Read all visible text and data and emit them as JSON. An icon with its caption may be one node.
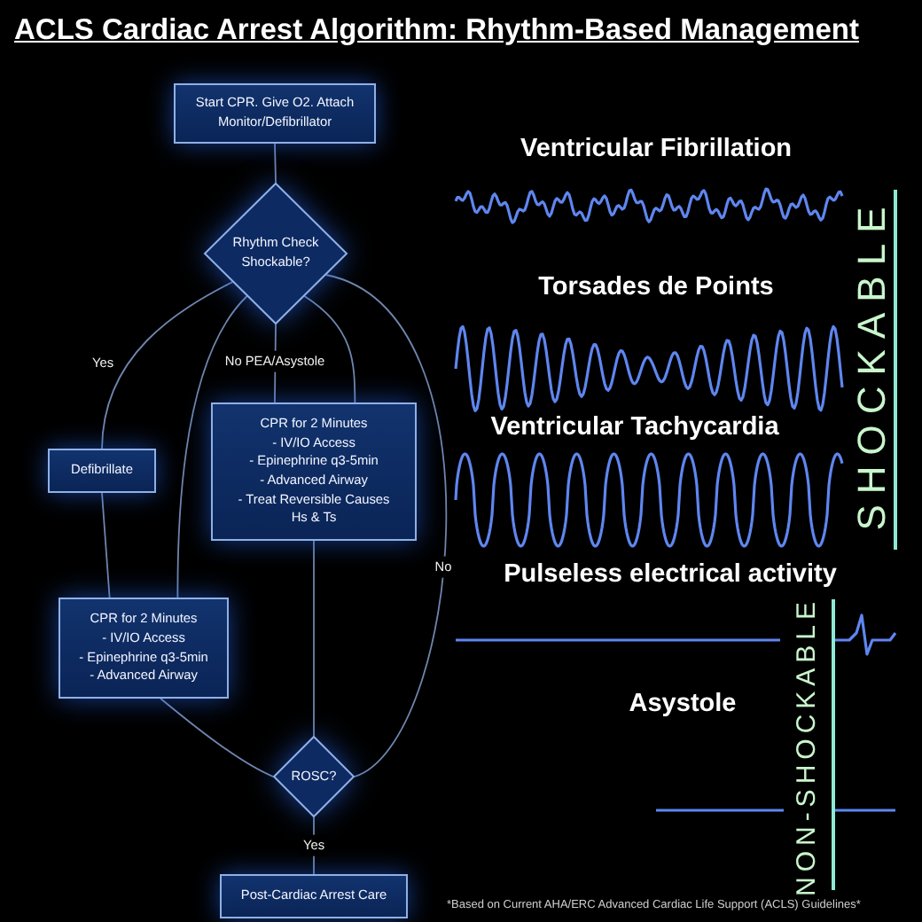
{
  "diagram": {
    "title": "ACLS Cardiac Arrest Algorithm: Rhythm-Based Management",
    "nodes": [
      {
        "text": [
          "Start CPR. Give O2. Attach Monitor/Defibrillator"
        ]
      },
      {
        "text": [
          "Rhythm Check Shockable?"
        ]
      },
      {
        "text": [
          "CPR for 2 Minutes",
          "- IV/IO Access",
          "- Epinephrine q3-5min",
          "- Advanced Airway",
          "- Treat Reversible Causes",
          "Hs & Ts"
        ]
      },
      {
        "text": [
          "Defibrillate"
        ]
      },
      {
        "text": [
          "CPR for 2 Minutes",
          "- IV/IO Access",
          "- Epinephrine q3-5min",
          "- Advanced Airway"
        ]
      },
      {
        "text": [
          "ROSC?"
        ]
      },
      {
        "text": [
          "Post-Cardiac Arrest Care"
        ]
      }
    ],
    "edges": [
      {
        "from": 0,
        "to": 1,
        "arrow": "none"
      },
      {
        "from": 1,
        "to": 3,
        "arrow": "none",
        "label": "Yes"
      },
      {
        "from": 1,
        "to": 2,
        "arrow": "none",
        "label": "No PEA/Asystole"
      },
      {
        "from": 3,
        "to": 4,
        "arrow": "none"
      },
      {
        "from": 1,
        "to": 4,
        "arrow": "none"
      },
      {
        "from": 2,
        "to": 5,
        "arrow": "none"
      },
      {
        "from": 4,
        "to": 5,
        "arrow": "none"
      },
      {
        "from": 1,
        "to": 5,
        "arrow": "none",
        "label": "No"
      },
      {
        "from": 1,
        "to": 2,
        "arrow": "none"
      },
      {
        "from": 5,
        "to": 6,
        "arrow": "none",
        "label": "Yes"
      }
    ],
    "labels": [
      "Ventricular Fibrillation",
      "Torsades de Points",
      "Ventricular Tachycardia",
      "Pulseless electrical activity",
      "Asystole",
      "SHOCKABLE",
      "NON-SHOCKABLE",
      "*Based on Current AHA/ERC Advanced Cardiac Life Support (ACLS) Guidelines*"
    ]
  }
}
